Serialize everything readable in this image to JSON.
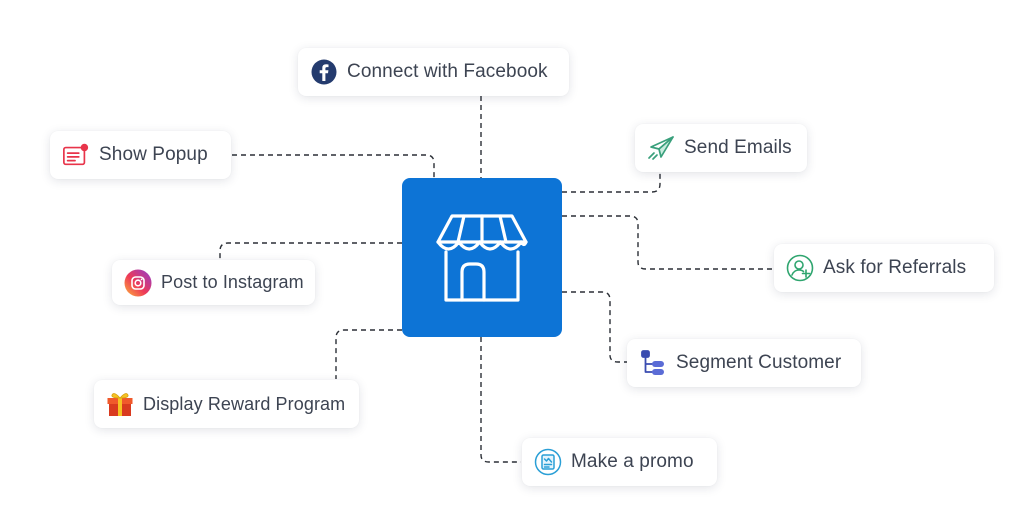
{
  "hub": {
    "icon": "store-icon",
    "color": "#0d74d6"
  },
  "nodes": {
    "facebook": {
      "label": "Connect with Facebook",
      "icon": "facebook-icon"
    },
    "popup": {
      "label": "Show Popup",
      "icon": "popup-icon"
    },
    "emails": {
      "label": "Send Emails",
      "icon": "paper-plane-icon"
    },
    "referrals": {
      "label": "Ask for Referrals",
      "icon": "referral-icon"
    },
    "instagram": {
      "label": "Post to Instagram",
      "icon": "instagram-icon"
    },
    "segment": {
      "label": "Segment Customer",
      "icon": "segment-icon"
    },
    "reward": {
      "label": "Display Reward Program",
      "icon": "gift-icon"
    },
    "promo": {
      "label": "Make a promo",
      "icon": "promo-icon"
    }
  }
}
